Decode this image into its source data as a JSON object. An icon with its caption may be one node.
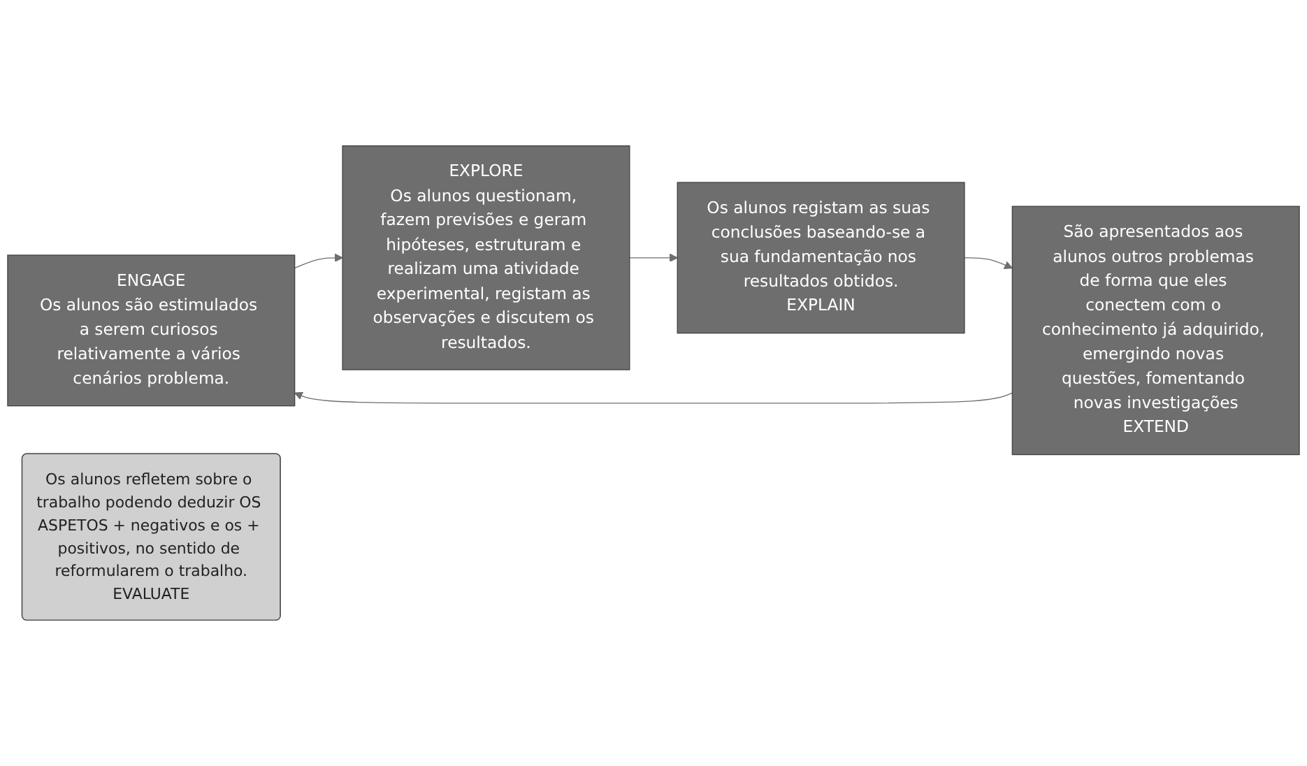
{
  "diagram": {
    "nodes": [
      {
        "text": [
          "ENGAGE",
          "Os alunos são estimulados a serem curiosos relativamente a vários cenários problema."
        ]
      },
      {
        "text": [
          "EXPLORE",
          "Os alunos questionam, fazem previsões e geram hipóteses, estruturam e realizam uma atividade experimental, registam as observações e discutem os resultados."
        ]
      },
      {
        "text": [
          "Os alunos refletem sobre o trabalho podendo deduzir OS ASPETOS + negativos e os + positivos, no sentido de reformularem o trabalho.",
          "EVALUATE"
        ]
      },
      {
        "text": [
          "São apresentados aos alunos outros problemas de forma que eles conectem com o conhecimento já adquirido, emergindo novas questões, fomentando novas investigações",
          "EXTEND"
        ]
      },
      {
        "text": [
          "Os alunos registam as suas conclusões baseando-se a sua fundamentação nos resultados obtidos.",
          "EXPLAIN"
        ]
      }
    ],
    "edges": [
      {
        "from": 0,
        "to": 1,
        "arrow": "to"
      },
      {
        "from": 1,
        "to": 4,
        "arrow": "to"
      },
      {
        "from": 4,
        "to": 3,
        "arrow": "to"
      },
      {
        "from": 3,
        "to": 0,
        "arrow": "to"
      }
    ]
  }
}
